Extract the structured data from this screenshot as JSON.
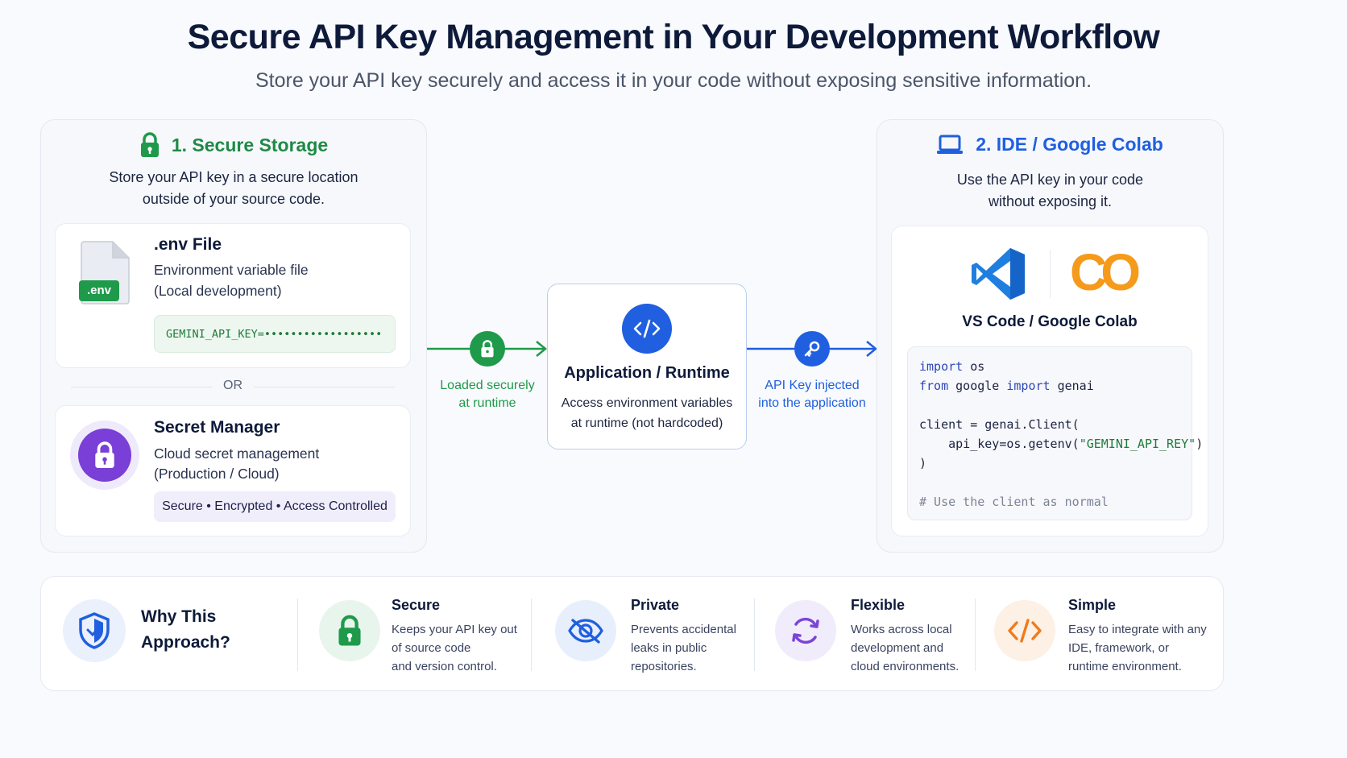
{
  "header": {
    "title": "Secure API Key Management in Your Development Workflow",
    "subtitle": "Store your API key securely and access it in your code without exposing sensitive information."
  },
  "storage": {
    "title": "1. Secure Storage",
    "desc_line1": "Store your API key in a secure location",
    "desc_line2": "outside of your source code.",
    "env": {
      "icon_label": ".env",
      "title": ".env File",
      "line1": "Environment variable file",
      "line2": "(Local development)",
      "code": "GEMINI_API_KEY=••••••••••••••••••"
    },
    "or_label": "OR",
    "secret": {
      "title": "Secret Manager",
      "line1": "Cloud secret management",
      "line2": "(Production / Cloud)",
      "tags": "Secure • Encrypted • Access Controlled"
    }
  },
  "flow": {
    "left_label_line1": "Loaded securely",
    "left_label_line2": "at runtime",
    "right_label_line1": "API Key injected",
    "right_label_line2": "into the application",
    "runtime": {
      "title": "Application / Runtime",
      "line1": "Access environment variables",
      "line2": "at runtime (not hardcoded)"
    }
  },
  "ide": {
    "title": "2. IDE / Google Colab",
    "desc_line1": "Use the API key in your code",
    "desc_line2": "without exposing it.",
    "logos_label": "VS Code / Google Colab",
    "colab_logo_text": "CO",
    "code": {
      "l1_kw": "import",
      "l1_rest": " os",
      "l2_kw1": "from",
      "l2_mid": " google ",
      "l2_kw2": "import",
      "l2_rest": " genai",
      "l3": "client = genai.Client(",
      "l4_pre": "    api_key=os.getenv(",
      "l4_str": "\"GEMINI_API_REY\"",
      "l4_post": ")",
      "l5": ")",
      "l6": "# Use the client as normal"
    }
  },
  "why": {
    "title_line1": "Why This",
    "title_line2": "Approach?",
    "features": [
      {
        "title": "Secure",
        "l1": "Keeps your API key out",
        "l2": "of source code",
        "l3": "and version control.",
        "color": "#1e9a4a"
      },
      {
        "title": "Private",
        "l1": "Prevents accidental",
        "l2": "leaks in public",
        "l3": "repositories.",
        "color": "#2d6df0"
      },
      {
        "title": "Flexible",
        "l1": "Works across local",
        "l2": "development and",
        "l3": "cloud environments.",
        "color": "#7a45d6"
      },
      {
        "title": "Simple",
        "l1": "Easy to integrate with any",
        "l2": "IDE, framework, or",
        "l3": "runtime environment.",
        "color": "#f07a1d"
      }
    ]
  },
  "colors": {
    "green": "#1e9a4a",
    "blue": "#1f5fe0",
    "purple": "#7a3fd6",
    "orange": "#f59a1b"
  }
}
